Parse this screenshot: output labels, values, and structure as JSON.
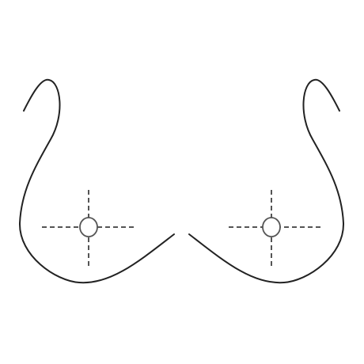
{
  "diagram": {
    "background_color": "#ffffff",
    "outline_color": "#222222",
    "guide_color": "#555555",
    "marker_fill": "#ffffff",
    "guide_style": "dashed",
    "marker_shape": "ellipse",
    "sides": [
      "left",
      "right"
    ]
  }
}
